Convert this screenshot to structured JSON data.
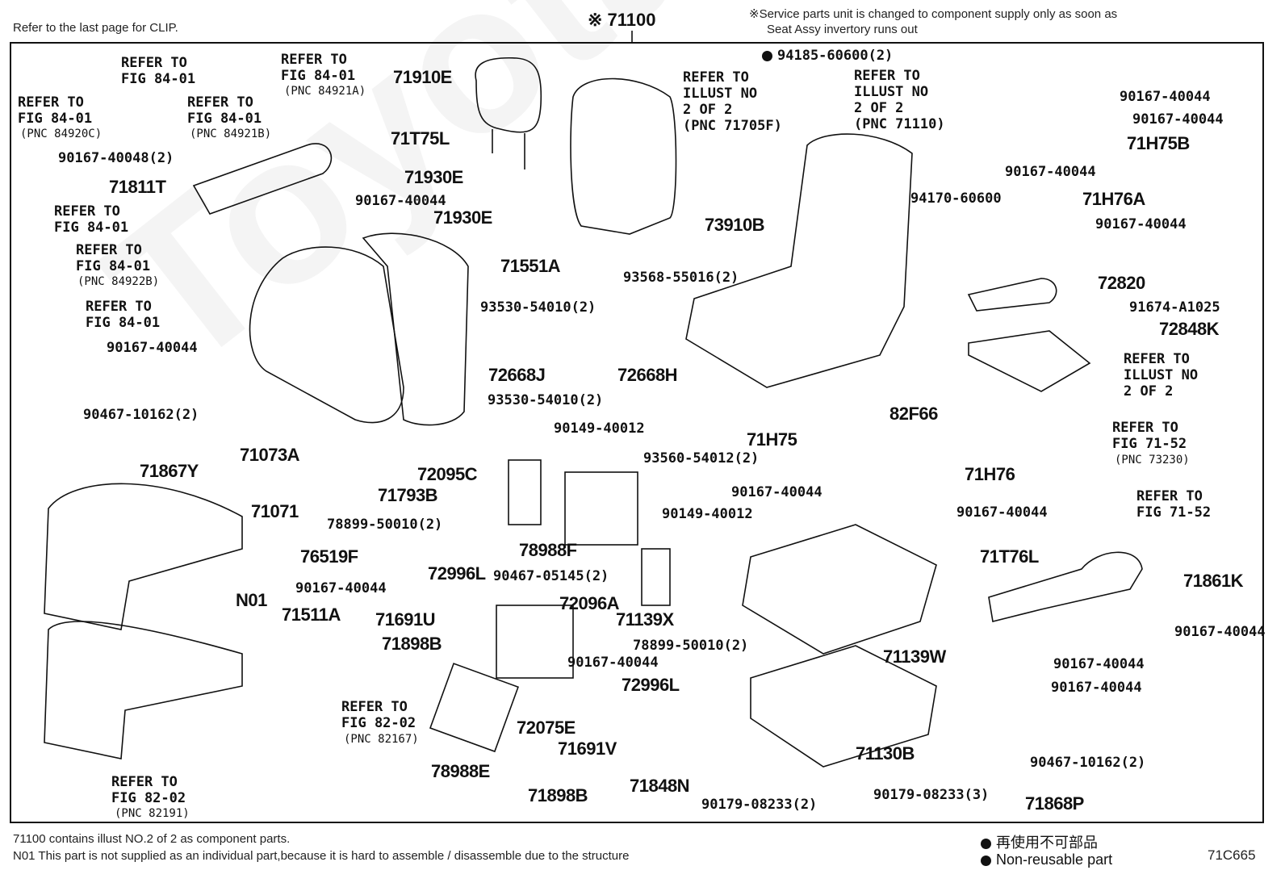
{
  "header": {
    "clip_note": "Refer to the last page for CLIP.",
    "assy_number": "※ 71100",
    "service_note_line1": "※Service parts unit is changed to component supply only as soon as",
    "service_note_line2": "Seat Assy invertory runs out"
  },
  "labels": {
    "ref_84_01_a": "REFER TO\nFIG 84-01",
    "ref_84_01_b": "REFER TO\nFIG 84-01",
    "ref_84_01_b_pnc": "(PNC 84921B)",
    "ref_84_01_c": "REFER TO\nFIG 84-01",
    "ref_84_01_c_pnc": "(PNC 84920C)",
    "ref_84_01_d": "REFER TO\nFIG 84-01",
    "ref_84_01_d_pnc": "(PNC 84921A)",
    "ref_84_01_e": "REFER TO\nFIG 84-01",
    "ref_84_01_f": "REFER TO\nFIG 84-01",
    "ref_84_01_f_pnc": "(PNC 84922B)",
    "ref_84_01_g": "REFER TO\nFIG 84-01",
    "ref_illust_a": "REFER TO\nILLUST NO\n2 OF 2\n(PNC 71705F)",
    "ref_illust_b": "REFER TO\nILLUST NO\n2 OF 2\n(PNC 71110)",
    "ref_illust_c": "REFER TO\nILLUST NO\n2 OF 2",
    "ref_71_52_a": "REFER TO\nFIG 71-52",
    "ref_71_52_a_pnc": "(PNC 73230)",
    "ref_71_52_b": "REFER TO\nFIG 71-52",
    "ref_82_02_a": "REFER TO\nFIG 82-02",
    "ref_82_02_a_pnc": "(PNC 82167)",
    "ref_82_02_b": "REFER TO\nFIG 82-02",
    "ref_82_02_b_pnc": "(PNC 82191)",
    "p_90167_40048_2": "90167-40048(2)",
    "p_71811T": "71811T",
    "p_71T75L": "71T75L",
    "p_71910E": "71910E",
    "p_71930E_a": "71930E",
    "p_71930E_b": "71930E",
    "p_90167_40044_a": "90167-40044",
    "p_71551A": "71551A",
    "p_90167_40044_b": "90167-40044",
    "p_90467_10162_2a": "90467-10162(2)",
    "p_71867Y": "71867Y",
    "p_71073A": "71073A",
    "p_71793B": "71793B",
    "p_71071": "71071",
    "p_76519F": "76519F",
    "p_N01": "N01",
    "p_71511A": "71511A",
    "p_94185_60600_2": "94185-60600(2)",
    "p_73910B": "73910B",
    "p_94170_60600": "94170-60600",
    "p_93568_55016_2": "93568-55016(2)",
    "p_93530_54010_2a": "93530-54010(2)",
    "p_72668J": "72668J",
    "p_72668H": "72668H",
    "p_93530_54010_2b": "93530-54010(2)",
    "p_90149_40012_a": "90149-40012",
    "p_72095C": "72095C",
    "p_93560_54012_2": "93560-54012(2)",
    "p_90149_40012_b": "90149-40012",
    "p_78899_50010_2a": "78899-50010(2)",
    "p_78988F": "78988F",
    "p_72996L_a": "72996L",
    "p_90167_40044_c": "90167-40044",
    "p_90467_05145_2": "90467-05145(2)",
    "p_72096A": "72096A",
    "p_71691U": "71691U",
    "p_71139X": "71139X",
    "p_71898B_a": "71898B",
    "p_78899_50010_2b": "78899-50010(2)",
    "p_90167_40044_d": "90167-40044",
    "p_72996L_b": "72996L",
    "p_72075E": "72075E",
    "p_71691V": "71691V",
    "p_78988E": "78988E",
    "p_71898B_b": "71898B",
    "p_71848N": "71848N",
    "p_90179_08233_2": "90179-08233(2)",
    "p_71139W": "71139W",
    "p_71130B": "71130B",
    "p_90179_08233_3": "90179-08233(3)",
    "p_82F66": "82F66",
    "p_71H75": "71H75",
    "p_90167_40044_e": "90167-40044",
    "p_71H76": "71H76",
    "p_90167_40044_f": "90167-40044",
    "p_90167_40044_g": "90167-40044",
    "p_90167_40044_h": "90167-40044",
    "p_71H75B": "71H75B",
    "p_90167_40044_i": "90167-40044",
    "p_71H76A": "71H76A",
    "p_90167_40044_j": "90167-40044",
    "p_72820": "72820",
    "p_91674_A1025": "91674-A1025",
    "p_72848K": "72848K",
    "p_71T76L": "71T76L",
    "p_71861K": "71861K",
    "p_90167_40044_k": "90167-40044",
    "p_90167_40044_l": "90167-40044",
    "p_90167_40044_m": "90167-40044",
    "p_90467_10162_2b": "90467-10162(2)",
    "p_71868P": "71868P"
  },
  "footer": {
    "note1": "71100 contains illust NO.2 of 2 as component parts.",
    "note2": "N01 This part is not supplied as an individual part,because it is hard to assemble / disassemble due to the structure",
    "legend_jp": "再使用不可部品",
    "legend_en": "Non-reusable part",
    "figure_code": "71C665"
  },
  "watermark": "ToyotaPartsDeal"
}
